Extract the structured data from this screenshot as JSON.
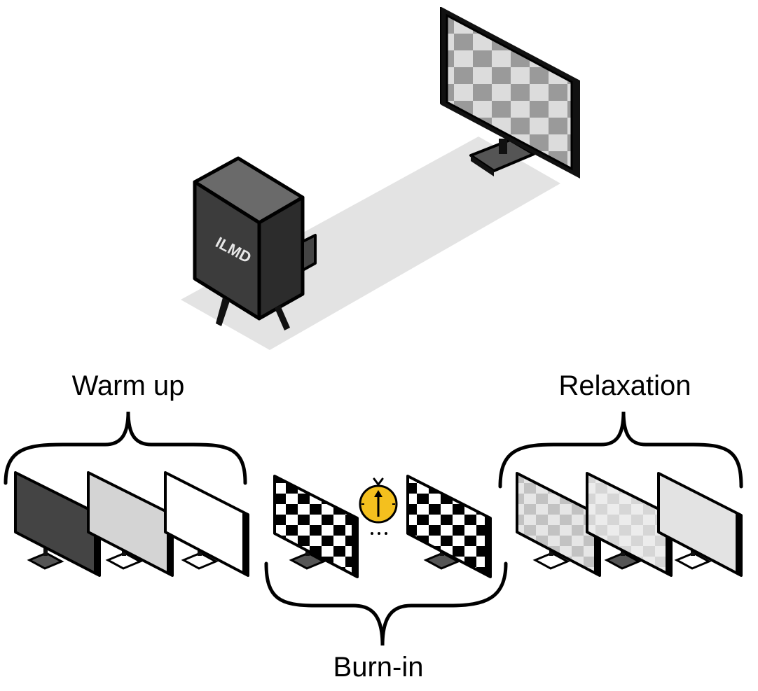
{
  "device": {
    "label": "ILMD"
  },
  "phases": {
    "warm_up": "Warm up",
    "burn_in": "Burn-in",
    "relaxation": "Relaxation"
  },
  "timer_icon": "stopwatch-icon",
  "colors": {
    "timer": "#f4c01e",
    "floor": "#e3e3e3",
    "device_body": "#3c3c3c",
    "outline": "#000000"
  },
  "monitors": {
    "warm_up_fills": [
      "#444444",
      "#d4d4d4",
      "#ffffff"
    ],
    "burn_in_pattern": [
      "#000000",
      "#ffffff"
    ],
    "relaxation_pattern": [
      [
        "#c8c8c8",
        "#e6e6e6"
      ],
      [
        "#dadada",
        "#ececec"
      ],
      [
        "#e3e3e3",
        "#e3e3e3"
      ]
    ],
    "top_pattern": [
      "#9a9a9a",
      "#dcdcdc"
    ]
  }
}
